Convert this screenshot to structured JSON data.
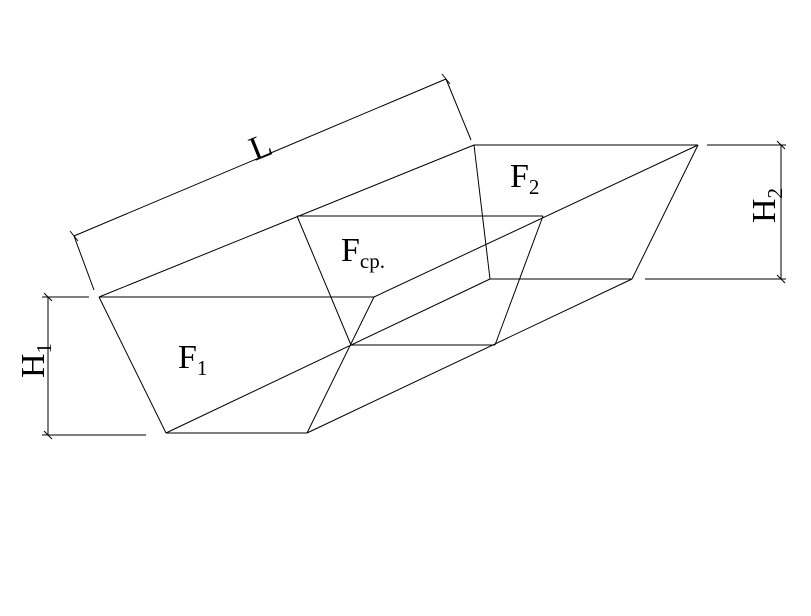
{
  "labels": {
    "length": "L",
    "f1": {
      "main": "F",
      "sub": "1"
    },
    "f2": {
      "main": "F",
      "sub": "2"
    },
    "fcp": {
      "main": "F",
      "sub": "ср."
    },
    "h1": {
      "main": "H",
      "sub": "1"
    },
    "h2": {
      "main": "H",
      "sub": "2"
    }
  }
}
